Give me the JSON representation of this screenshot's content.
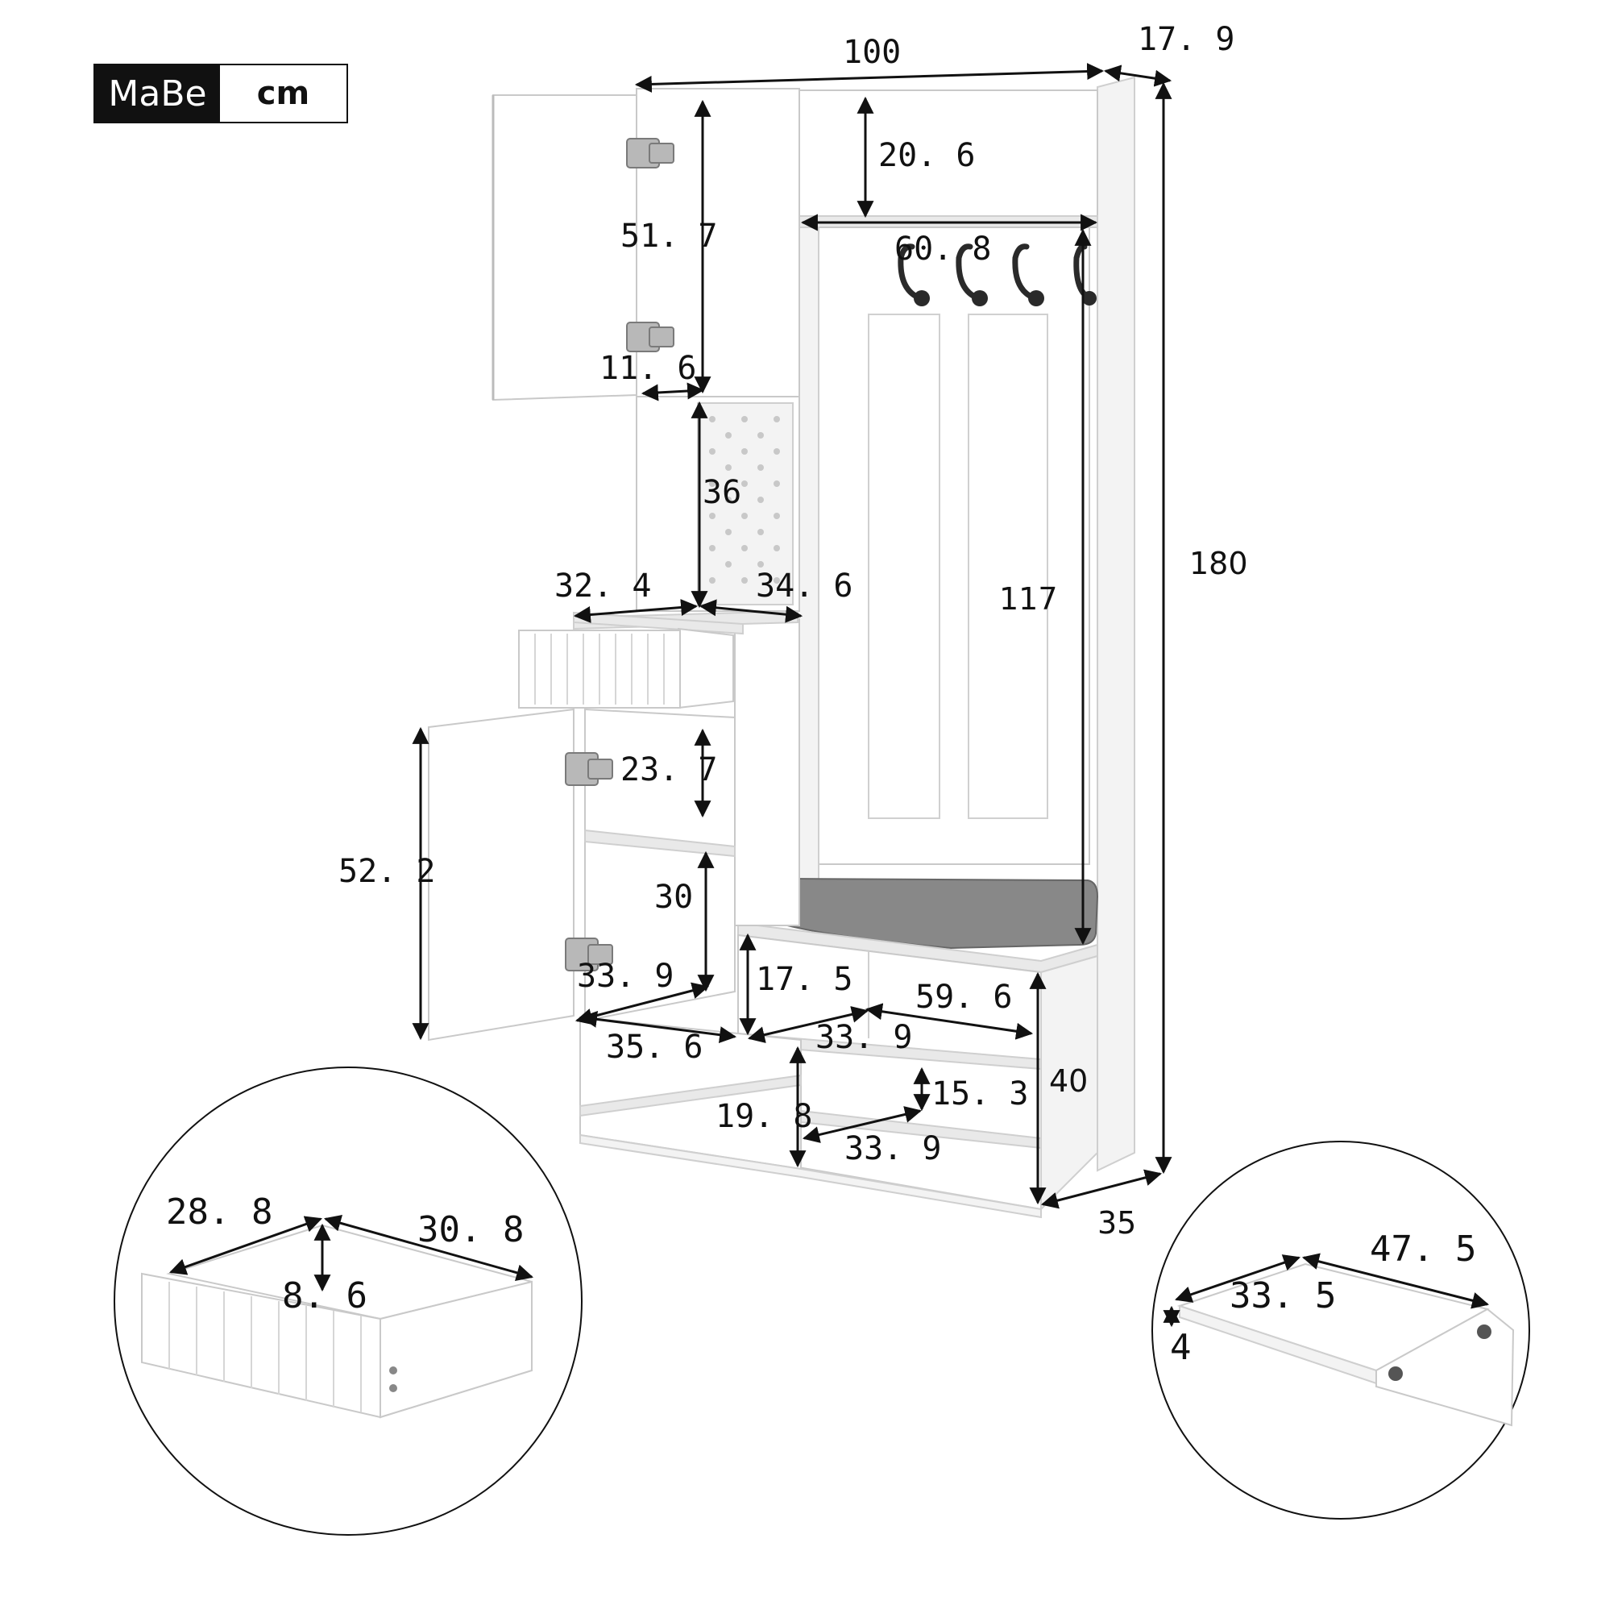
{
  "brand": {
    "name": "MaBe",
    "unit": "cm"
  },
  "dimensions": {
    "overall_width": "100",
    "depth_top": "17. 9",
    "overall_height": "180",
    "overall_depth": "35",
    "top_open_shelf_height": "20. 6",
    "coat_rack_width": "60. 8",
    "coat_rack_height": "117",
    "upper_cabinet_height": "51. 7",
    "upper_cabinet_depth": "11. 6",
    "pegboard_height": "36",
    "middle_width_left": "32. 4",
    "middle_width_right": "34. 6",
    "lower_cabinet_height": "52. 2",
    "lower_upper_compartment": "23. 7",
    "lower_lower_compartment": "30",
    "lower_cabinet_width": "33. 9",
    "bench_compartment_height": "17. 5",
    "bench_compartment_width": "59. 6",
    "bench_compartment_depth": "33. 9",
    "shoe_left_width": "35. 6",
    "shoe_left_height": "19. 8",
    "shoe_right_height": "15. 3",
    "shoe_right_width": "33. 9",
    "base_height": "40",
    "drawer_depth": "28. 8",
    "drawer_width": "30. 8",
    "drawer_height": "8. 6",
    "tray_depth": "33. 5",
    "tray_width": "47. 5",
    "tray_height": "4"
  }
}
